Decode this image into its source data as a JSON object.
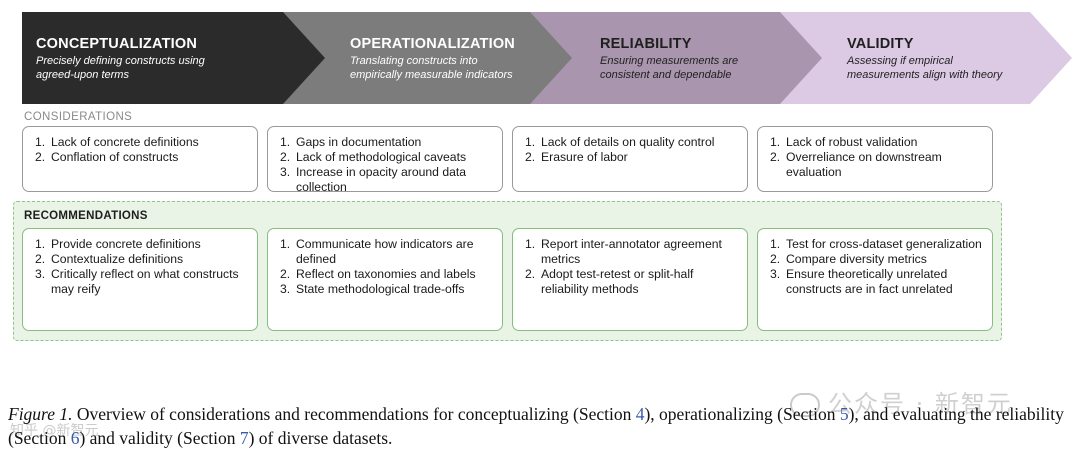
{
  "stages": [
    {
      "title": "CONCEPTUALIZATION",
      "subtitle_lines": [
        "Precisely defining constructs using",
        "agreed-upon terms"
      ],
      "color": "#2b2b2b"
    },
    {
      "title": "OPERATIONALIZATION",
      "subtitle_lines": [
        "Translating constructs into",
        "empirically measurable indicators"
      ],
      "color": "#7c7c7c"
    },
    {
      "title": "RELIABILITY",
      "subtitle_lines": [
        "Ensuring measurements are",
        "consistent and dependable"
      ],
      "color": "#a995ad"
    },
    {
      "title": "VALIDITY",
      "subtitle_lines": [
        "Assessing if empirical",
        "measurements align with theory"
      ],
      "color": "#dcc9e4"
    }
  ],
  "considerations": {
    "heading": "CONSIDERATIONS",
    "columns": [
      [
        "Lack of concrete definitions",
        "Conflation of constructs"
      ],
      [
        "Gaps in documentation",
        "Lack of methodological caveats",
        "Increase in opacity around data collection"
      ],
      [
        "Lack of details on quality control",
        "Erasure of labor"
      ],
      [
        "Lack of robust validation",
        "Overreliance on downstream evaluation"
      ]
    ]
  },
  "recommendations": {
    "heading": "RECOMMENDATIONS",
    "columns": [
      [
        "Provide concrete definitions",
        "Contextualize definitions",
        "Critically reflect on what constructs may reify"
      ],
      [
        "Communicate how indicators are defined",
        "Reflect on taxonomies and labels",
        "State methodological trade-offs"
      ],
      [
        "Report inter-annotator agreement metrics",
        "Adopt test-retest or split-half reliability methods"
      ],
      [
        "Test for cross-dataset generalization",
        "Compare diversity metrics",
        "Ensure theoretically unrelated constructs are in fact unrelated"
      ]
    ]
  },
  "caption": {
    "label": "Figure 1.",
    "part1": " Overview of considerations and recommendations for conceptualizing (Section ",
    "ref1": "4",
    "part2": "), operationalizing (Section ",
    "ref2": "5",
    "part3": "), and evaluating the reliability (Section ",
    "ref3": "6",
    "part4": ") and validity (Section ",
    "ref4": "7",
    "part5": ") of diverse datasets."
  },
  "watermark": {
    "text": "公众号 · 新智元",
    "text2": "知乎 @新智元"
  },
  "colors": {
    "rec_panel_bg": "#e9f3e6",
    "rec_border": "#86be80",
    "caption_ref": "#3a5aa8"
  }
}
